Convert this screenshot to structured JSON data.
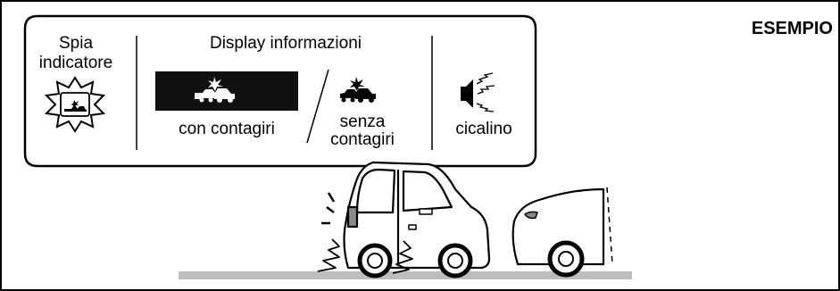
{
  "example_label": "ESEMPIO",
  "callout": {
    "indicator": {
      "line1": "Spia",
      "line2": "indicatore",
      "icon": "collision-warning-lamp-icon"
    },
    "display": {
      "title": "Display informazioni",
      "with_tach": {
        "caption": "con contagiri",
        "icon": "collision-icon",
        "background": "#111111"
      },
      "without_tach": {
        "line1": "senza",
        "line2": "contagiri",
        "icon": "collision-icon"
      }
    },
    "buzzer": {
      "caption": "cicalino",
      "icon": "buzzer-icon"
    }
  },
  "scene": {
    "description_icons": [
      "van-braking",
      "car-ahead",
      "road"
    ],
    "road_color": "#bdbdbd"
  }
}
